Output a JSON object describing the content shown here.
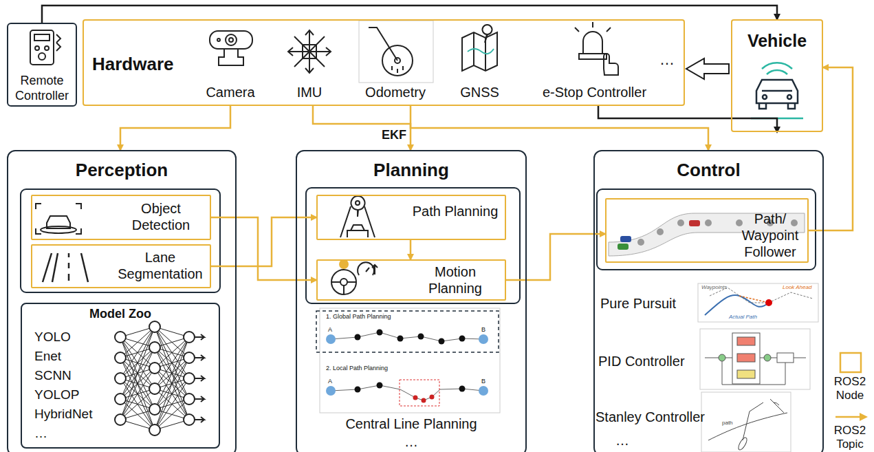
{
  "diagram": {
    "nodes": [
      {
        "text": [
          "Remote Controller"
        ]
      },
      {
        "text": [
          "Hardware"
        ]
      },
      {
        "text": [
          "Vehicle"
        ]
      },
      {
        "text": [
          "Perception"
        ]
      },
      {
        "text": [
          "Object Detection"
        ],
        "in": 3
      },
      {
        "text": [
          "Lane Segmentation"
        ],
        "in": 3
      },
      {
        "text": [
          "Model Zoo",
          "YOLO Enet SCNN YOLOP HybridNet …"
        ],
        "in": 3
      },
      {
        "text": [
          "Planning",
          "Central Line Planning",
          "…"
        ]
      },
      {
        "text": [
          "Path Planning"
        ],
        "in": 7
      },
      {
        "text": [
          "Motion Planning"
        ],
        "in": 7
      },
      {
        "text": [
          "Control"
        ]
      },
      {
        "text": [
          "Path/ Waypoint Follower"
        ],
        "in": 10
      }
    ],
    "edges": [
      {
        "from": 0,
        "to": 2,
        "arrow": "to"
      },
      {
        "from": 2,
        "to": 1,
        "arrow": "to"
      },
      {
        "from": 1,
        "to": 3,
        "arrow": "to"
      },
      {
        "from": 1,
        "to": 7,
        "label": "EKF",
        "arrow": "to"
      },
      {
        "from": 1,
        "to": 10,
        "arrow": "to"
      },
      {
        "from": 1,
        "to": 2,
        "arrow": "to"
      },
      {
        "from": 4,
        "to": 9,
        "arrow": "to"
      },
      {
        "from": 5,
        "to": 8,
        "arrow": "to"
      },
      {
        "from": 8,
        "to": 9,
        "arrow": "to"
      },
      {
        "from": 9,
        "to": 11,
        "arrow": "to"
      },
      {
        "from": 11,
        "to": 2,
        "arrow": "to"
      }
    ],
    "labels": [
      "Camera",
      "IMU",
      "Odometry",
      "GNSS",
      "e-Stop Controller",
      "…",
      "1. Global Path Planning",
      "A",
      "B",
      "2. Local Path Planning",
      "A",
      "B",
      "Pure Pursuit",
      "PID Controller",
      "Stanley Controller",
      "…",
      "Waypoints",
      "Look Ahead",
      "Actual Path",
      "path"
    ],
    "legend": [
      {
        "text": "ROS2 Node"
      },
      {
        "text": "ROS2 Topic"
      }
    ]
  }
}
